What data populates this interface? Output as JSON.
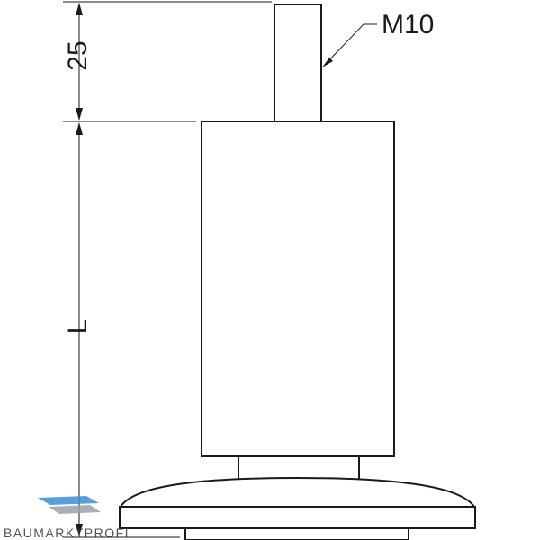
{
  "dimensions": {
    "thread_label": "M10",
    "stud_length_label": "25",
    "body_length_label": "L"
  },
  "watermark": {
    "brand": "BAUMARKTPROFI"
  },
  "colors": {
    "line": "#1a1a1a",
    "logo_blue": "#3b8fd6",
    "logo_grey": "#9aa3ab"
  }
}
